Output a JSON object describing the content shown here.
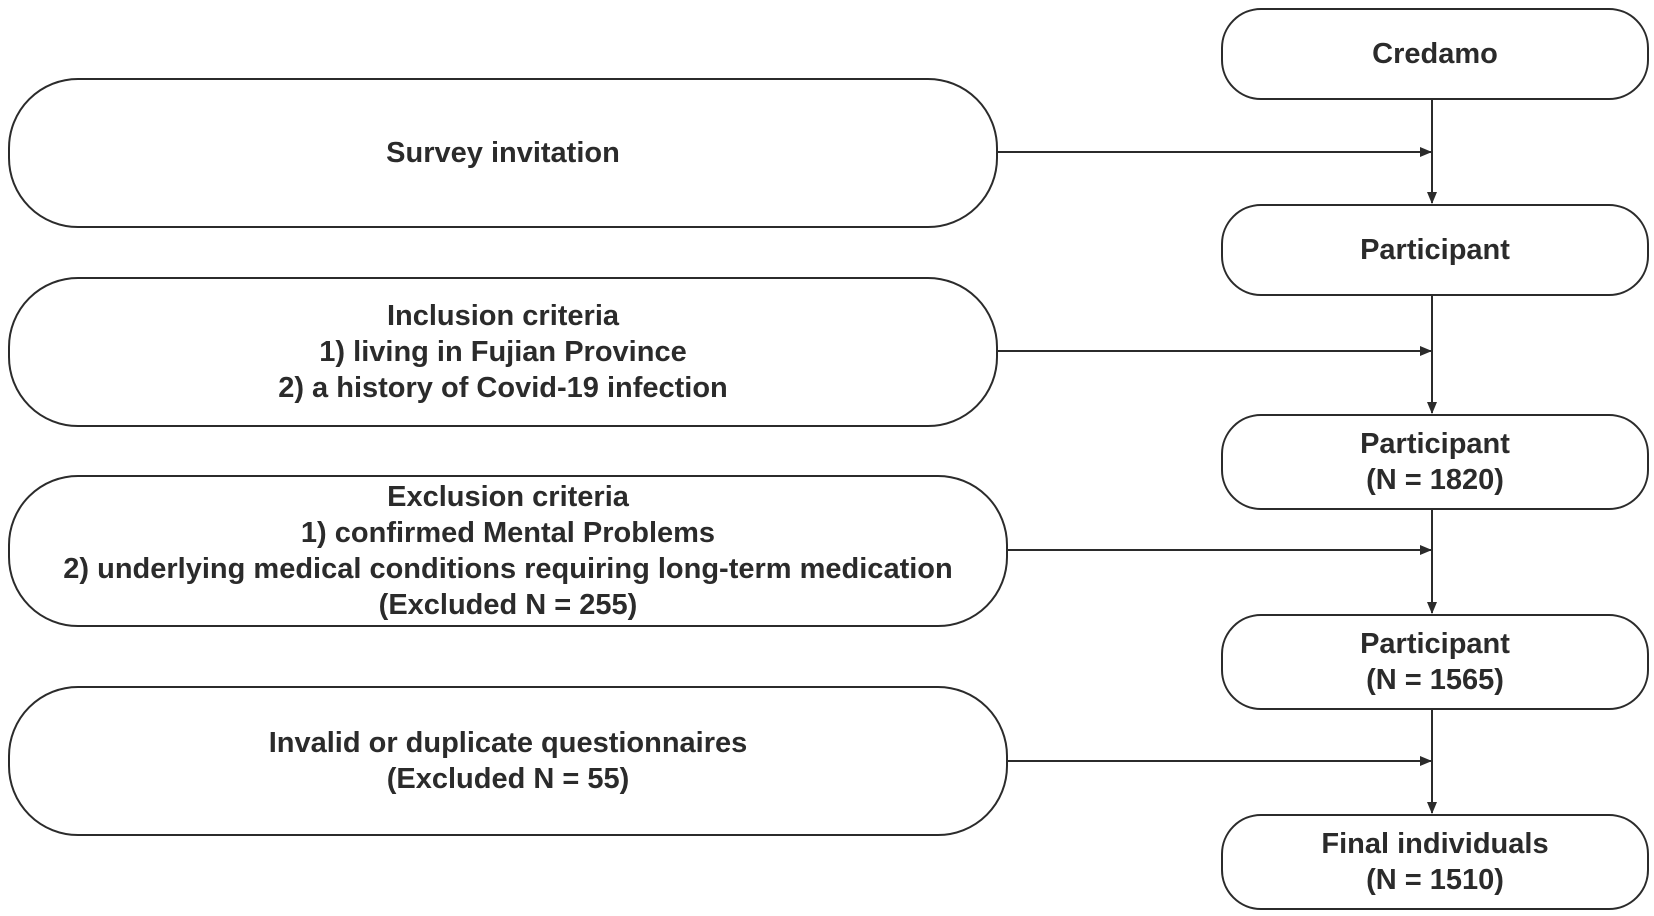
{
  "left_steps": [
    {
      "lines": [
        "Survey invitation"
      ]
    },
    {
      "lines": [
        "Inclusion criteria",
        "1) living in Fujian Province",
        "2) a history of Covid-19 infection"
      ]
    },
    {
      "lines": [
        "Exclusion criteria",
        "1) confirmed Mental Problems",
        "2) underlying medical conditions requiring long-term medication",
        "(Excluded N = 255)"
      ]
    },
    {
      "lines": [
        "Invalid or duplicate questionnaires",
        "(Excluded N = 55)"
      ]
    }
  ],
  "right_flow": [
    {
      "lines": [
        "Credamo"
      ]
    },
    {
      "lines": [
        "Participant"
      ]
    },
    {
      "lines": [
        "Participant",
        "(N = 1820)"
      ]
    },
    {
      "lines": [
        "Participant",
        "(N = 1565)"
      ]
    },
    {
      "lines": [
        "Final individuals",
        "(N = 1510)"
      ]
    }
  ],
  "colors": {
    "stroke": "#2b2b2b",
    "fill": "#ffffff",
    "text": "#2b2b2b"
  }
}
